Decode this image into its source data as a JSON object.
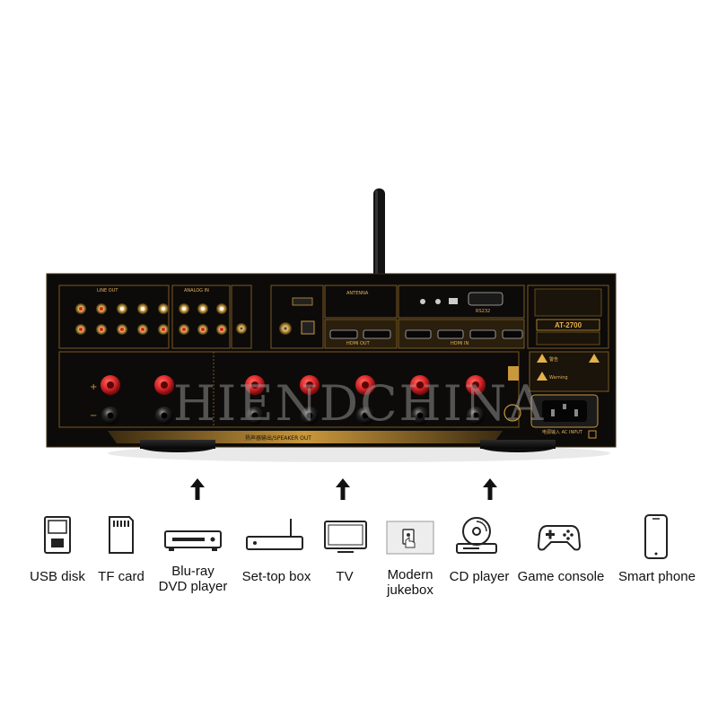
{
  "amplifier": {
    "model": "AT-2700",
    "panel_labels": {
      "line_out": "LINE OUT",
      "analog_in": "ANALOG IN",
      "antenna": "ANTENNA",
      "rs232": "RS232",
      "hdmi_out": "HDMI OUT",
      "hdmi_in": "HDMI IN",
      "speaker_out": "扬声器输出/SPEAKER OUT",
      "ac_input": "电源输入 AC INPUT",
      "warning": "警告",
      "warning_en": "Warning"
    }
  },
  "watermark": "HIENDCHINA",
  "arrow_icon": "up-arrow-icon",
  "devices": [
    {
      "icon": "usb-disk-icon",
      "lines": [
        "USB disk"
      ]
    },
    {
      "icon": "tf-card-icon",
      "lines": [
        "TF card"
      ]
    },
    {
      "icon": "dvd-player-icon",
      "lines": [
        "Blu-ray",
        "DVD player"
      ]
    },
    {
      "icon": "set-top-box-icon",
      "lines": [
        "Set-top box"
      ]
    },
    {
      "icon": "tv-icon",
      "lines": [
        "TV"
      ]
    },
    {
      "icon": "jukebox-icon",
      "lines": [
        "Modern",
        "jukebox"
      ]
    },
    {
      "icon": "cd-player-icon",
      "lines": [
        "CD player"
      ]
    },
    {
      "icon": "game-console-icon",
      "lines": [
        "Game console"
      ]
    },
    {
      "icon": "smart-phone-icon",
      "lines": [
        "Smart phone"
      ]
    }
  ],
  "colors": {
    "panel": "#0f0d0b",
    "gold": "#c9973c",
    "binding_post_red": "#d8262a",
    "caption_text": "#111111"
  }
}
